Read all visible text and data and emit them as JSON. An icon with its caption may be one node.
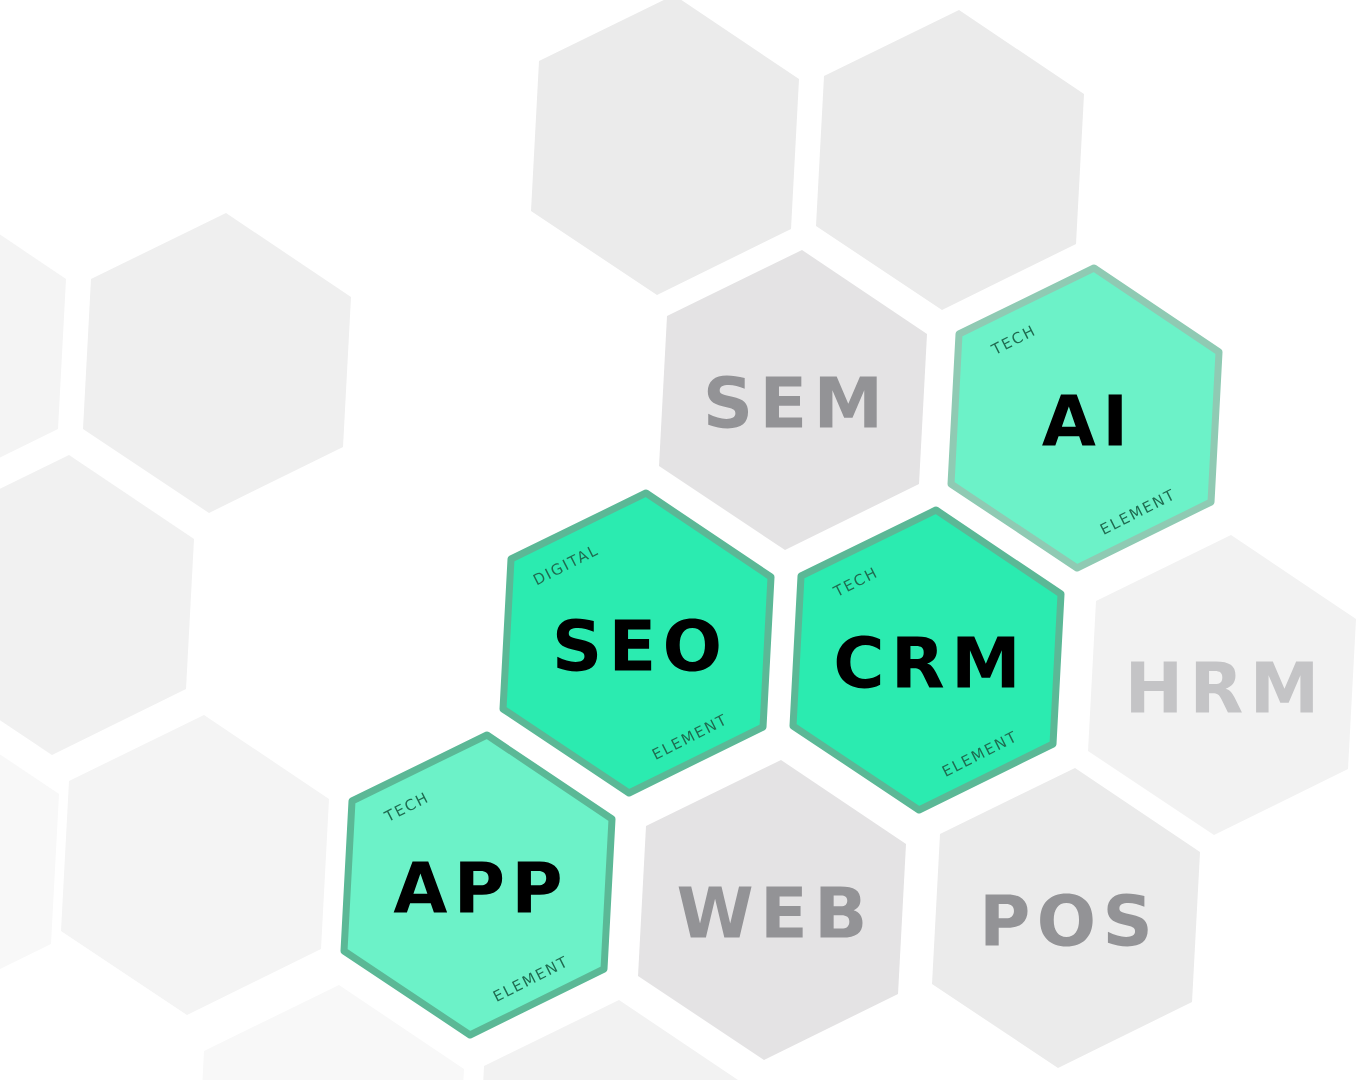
{
  "diagram": {
    "nodes": [
      {
        "text": [],
        "shape": "hexagon"
      },
      {
        "text": [],
        "shape": "hexagon"
      },
      {
        "text": [],
        "shape": "hexagon"
      },
      {
        "text": [],
        "shape": "hexagon"
      },
      {
        "text": [
          "SEM"
        ]
      },
      {
        "text": [
          "TECH",
          "AI",
          "ELEMENT"
        ]
      },
      {
        "text": [],
        "shape": "hexagon"
      },
      {
        "text": [
          "DIGITAL",
          "SEO",
          "ELEMENT"
        ]
      },
      {
        "text": [
          "TECH",
          "CRM",
          "ELEMENT"
        ]
      },
      {
        "text": [
          "HRM"
        ]
      },
      {
        "text": [],
        "shape": "hexagon"
      },
      {
        "text": [],
        "shape": "hexagon"
      },
      {
        "text": [
          "TECH",
          "APP",
          "ELEMENT"
        ]
      },
      {
        "text": [
          "WEB"
        ]
      },
      {
        "text": [
          "POS"
        ]
      },
      {
        "text": [],
        "shape": "hexagon"
      },
      {
        "text": [],
        "shape": "hexagon"
      }
    ],
    "edges": []
  }
}
